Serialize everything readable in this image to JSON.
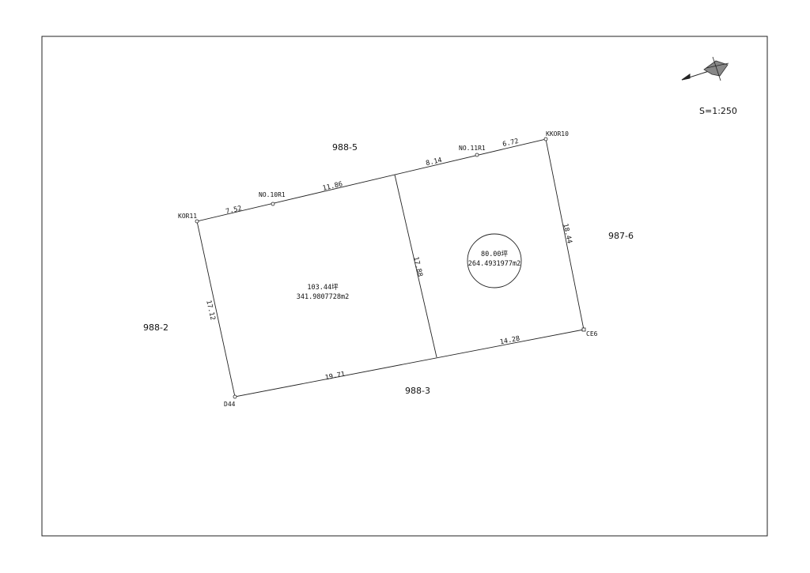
{
  "scale": "S=1:250",
  "points": {
    "kor11": "KOR11",
    "no10r1": "NO.10R1",
    "no11r1": "NO.11R1",
    "kkor10": "KKOR10",
    "ce6": "CE6",
    "d44": "D44"
  },
  "dimensions": {
    "top_a": "7.52",
    "top_b": "11.86",
    "top_c": "8.14",
    "top_d": "6.72",
    "left": "17.12",
    "middle": "17.88",
    "right": "18.44",
    "bottom_a": "19.71",
    "bottom_b": "14.28"
  },
  "parcels": {
    "west": {
      "tsubo": "103.44坪",
      "area": "341.9807728m2"
    },
    "east": {
      "tsubo": "80.00坪",
      "area": "264.4931977m2"
    }
  },
  "neighbors": {
    "north": "988-5",
    "east": "987-6",
    "west": "988-2",
    "south": "988-3"
  },
  "icons": {
    "compass": "north-arrow-icon"
  }
}
